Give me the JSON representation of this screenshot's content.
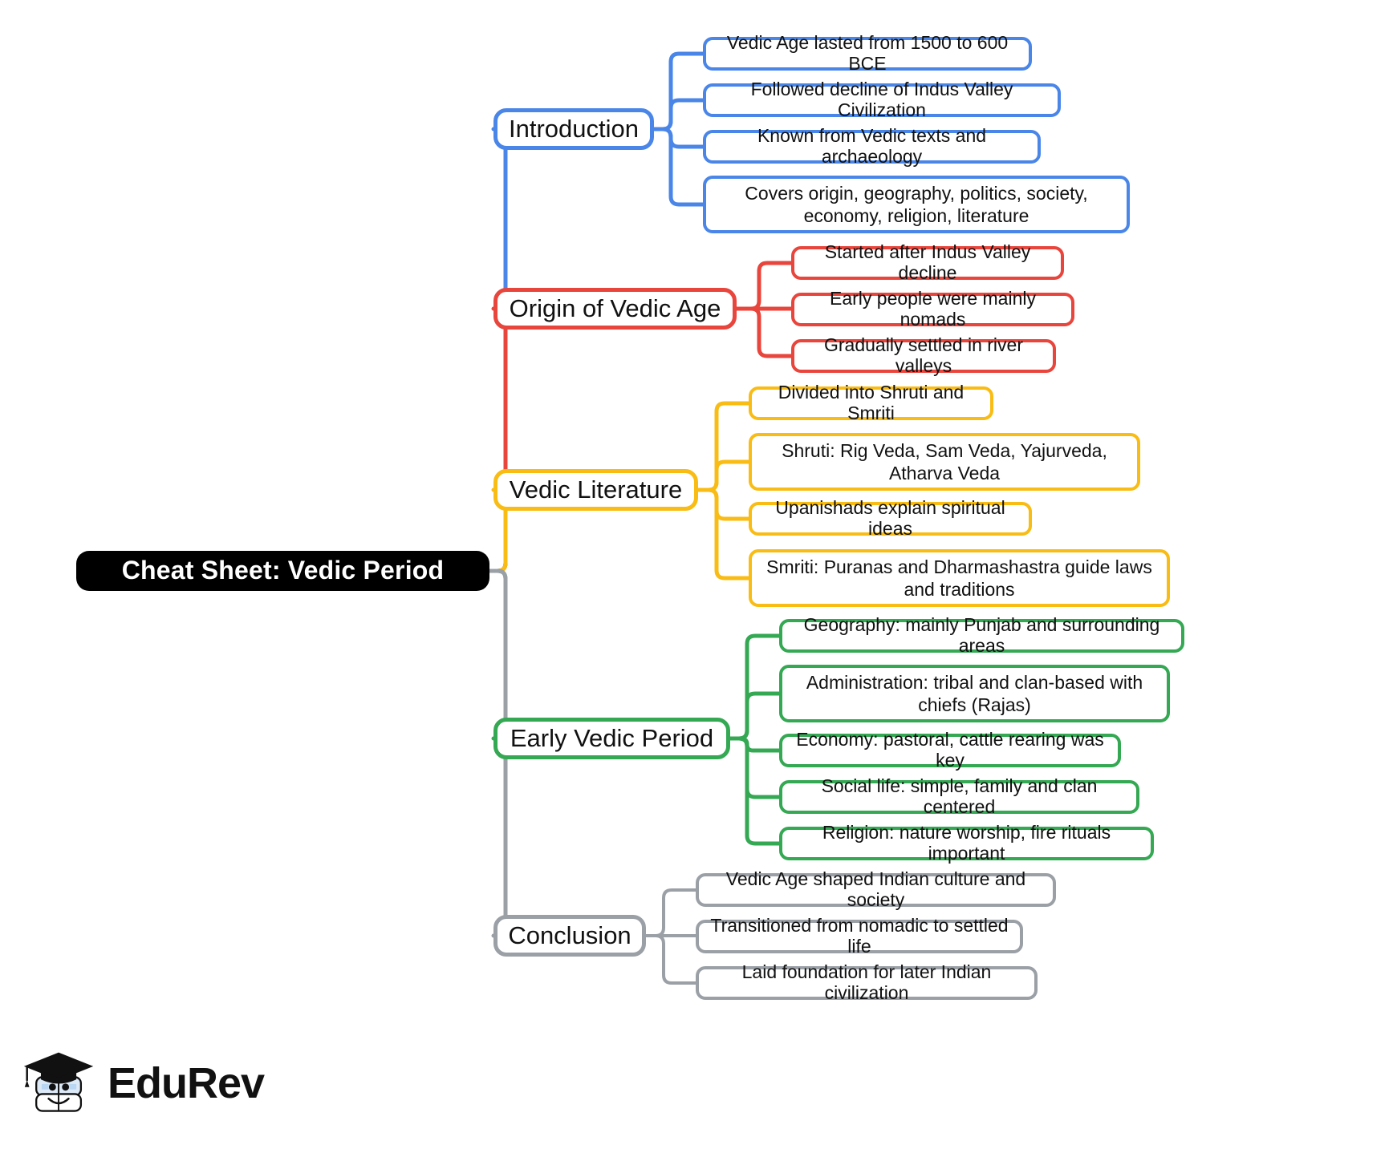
{
  "diagram": {
    "type": "mind-map",
    "root": {
      "label": "Cheat Sheet: Vedic Period",
      "color": "#000000"
    },
    "branches": [
      {
        "label": "Introduction",
        "color": "#4a86e8",
        "children": [
          "Vedic Age lasted from 1500 to 600 BCE",
          "Followed decline of Indus Valley Civilization",
          "Known from Vedic texts and archaeology",
          "Covers origin, geography, politics, society, economy, religion, literature"
        ]
      },
      {
        "label": "Origin of Vedic Age",
        "color": "#e8453c",
        "children": [
          "Started after Indus Valley decline",
          "Early people were mainly nomads",
          "Gradually settled in river valleys"
        ]
      },
      {
        "label": "Vedic Literature",
        "color": "#f9bc15",
        "children": [
          "Divided into Shruti and Smriti",
          "Shruti: Rig Veda, Sam Veda, Yajurveda, Atharva Veda",
          "Upanishads explain spiritual ideas",
          "Smriti: Puranas and Dharmashastra guide laws and traditions"
        ]
      },
      {
        "label": "Early Vedic Period",
        "color": "#34a853",
        "children": [
          "Geography: mainly Punjab and surrounding areas",
          "Administration: tribal and clan-based with chiefs (Rajas)",
          "Economy: pastoral, cattle rearing was key",
          "Social life: simple, family and clan centered",
          "Religion: nature worship, fire rituals important"
        ]
      },
      {
        "label": "Conclusion",
        "color": "#9aa0a6",
        "children": [
          "Vedic Age shaped Indian culture and society",
          "Transitioned from nomadic to settled life",
          "Laid foundation for later Indian civilization"
        ]
      }
    ]
  },
  "branding": {
    "name": "EduRev",
    "logo_icon": "graduation-cap-book-icon"
  }
}
